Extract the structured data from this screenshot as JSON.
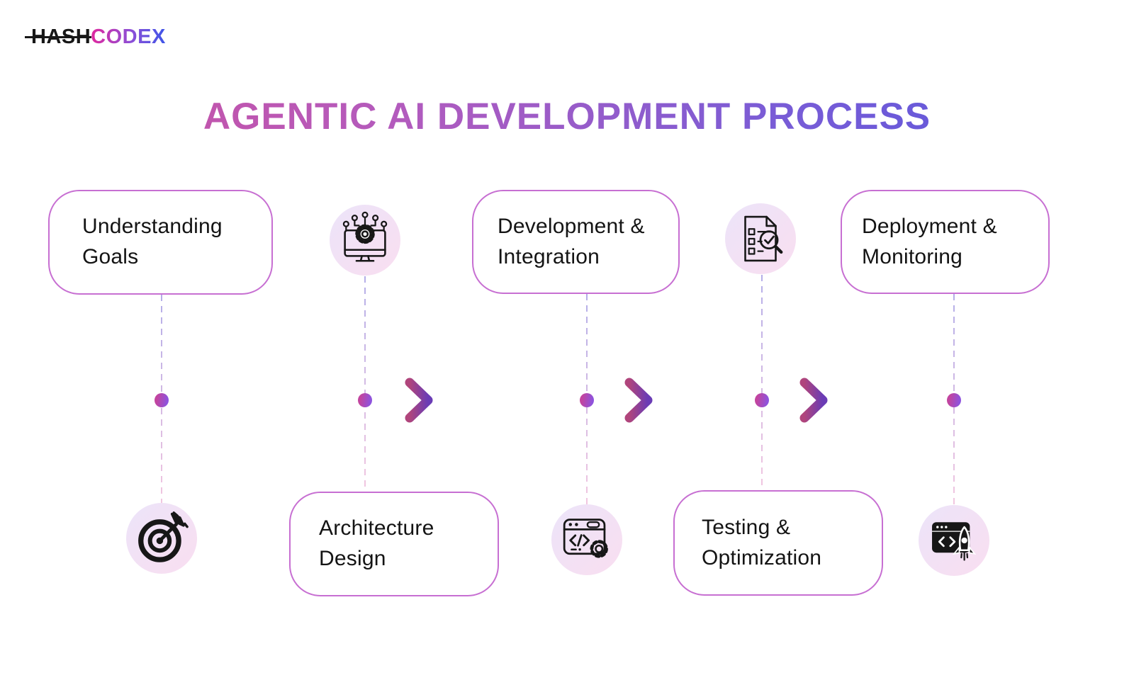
{
  "brand": {
    "hash": "HASH",
    "codex": "CODEX"
  },
  "title": "AGENTIC AI DEVELOPMENT PROCESS",
  "stages": [
    {
      "name": "understanding-goals",
      "lines": [
        "Understanding",
        "Goals"
      ],
      "icon": "target-dart-icon",
      "row": "top-card"
    },
    {
      "name": "architecture-design",
      "lines": [
        "Architecture",
        "Design"
      ],
      "icon": "monitor-gear-network-icon",
      "row": "bottom-card"
    },
    {
      "name": "development-integration",
      "lines": [
        "Development &",
        "Integration"
      ],
      "icon": "code-window-gear-icon",
      "row": "top-card"
    },
    {
      "name": "testing-optimization",
      "lines": [
        "Testing &",
        "Optimization"
      ],
      "icon": "checklist-magnifier-icon",
      "row": "bottom-card"
    },
    {
      "name": "deployment-monitoring",
      "lines": [
        "Deployment &",
        "Monitoring"
      ],
      "icon": "rocket-launch-window-icon",
      "row": "top-card"
    }
  ],
  "timeline": {
    "dots": 5,
    "arrows": 3
  },
  "colors": {
    "background": "#ffffff",
    "card_border": "#c76fd2",
    "card_text": "#141414",
    "title_gradient_start": "#cf4f9e",
    "title_gradient_end": "#5457de",
    "logo_hash": "#171717",
    "logo_codex_gradient_start": "#e0289e",
    "logo_codex_gradient_end": "#3d55e8",
    "dot_gradient_start": "#c2449f",
    "dot_gradient_end": "#8e53dd",
    "arrow_gradient_start": "#b0457c",
    "arrow_gradient_end": "#6a3cb5",
    "icon_circle_gradient_start": "#ece4f9",
    "icon_circle_gradient_end": "#f9def0",
    "connector_top": "#b4aee8",
    "connector_bottom": "#f2c6e0",
    "icon_ink": "#171717"
  }
}
